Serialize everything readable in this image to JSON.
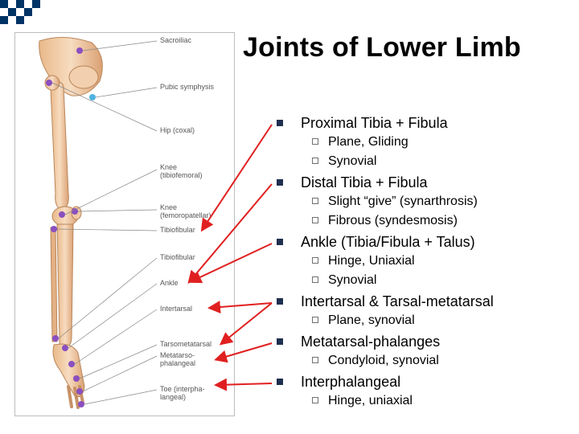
{
  "slide": {
    "title": "Joints of Lower Limb",
    "accent_color": "#003366",
    "bullet_color": "#1f2f4f",
    "arrow_color": "#e02020",
    "items": [
      {
        "label": "Proximal Tibia + Fibula",
        "subs": [
          "Plane, Gliding",
          "Synovial"
        ]
      },
      {
        "label": "Distal Tibia + Fibula",
        "subs": [
          "Slight “give” (synarthrosis)",
          "Fibrous (syndesmosis)"
        ]
      },
      {
        "label": "Ankle (Tibia/Fibula + Talus)",
        "subs": [
          "Hinge, Uniaxial",
          "Synovial"
        ]
      },
      {
        "label": "Intertarsal & Tarsal-metatarsal",
        "subs": [
          "Plane, synovial"
        ]
      },
      {
        "label": "Metatarsal-phalanges",
        "subs": [
          "Condyloid, synovial"
        ]
      },
      {
        "label": "Interphalangeal",
        "subs": [
          "Hinge, uniaxial"
        ]
      }
    ]
  },
  "figure": {
    "labels": {
      "sacroiliac": "Sacroiliac",
      "pubic": "Pubic symphysis",
      "hip": "Hip (coxal)",
      "knee_tf": "Knee\n(tibiofemoral)",
      "knee_fp": "Knee\n(femoropatellar)",
      "tibiofibular1": "Tibiofibular",
      "tibiofibular2": "Tibiofibular",
      "ankle": "Ankle",
      "intertarsal": "Intertarsal",
      "tarsometatarsal": "Tarsometatarsal",
      "metatarsophalangeal": "Metatarso-\nphalangeal",
      "toe": "Toe (interpha-\nlangeal)"
    }
  }
}
